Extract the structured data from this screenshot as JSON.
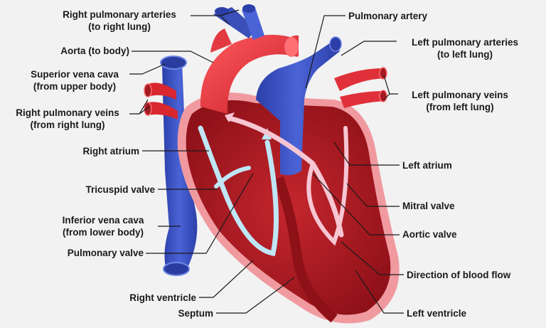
{
  "background": "#f2f2f2",
  "colors": {
    "oxygenated": "#e0303a",
    "deoxygenated": "#3a4fb8",
    "flow_deoxygenated": "#bfe6f5",
    "flow_oxygenated": "#f6c6d3",
    "muscle": "#b71c24",
    "lining": "#f09aa0"
  },
  "labels": [
    {
      "id": "right-pulmonary-arteries",
      "lines": [
        "Right pulmonary arteries",
        "(to right lung)"
      ]
    },
    {
      "id": "aorta",
      "lines": [
        "Aorta (to body)"
      ]
    },
    {
      "id": "superior-vena-cava",
      "lines": [
        "Superior vena cava",
        "(from upper body)"
      ]
    },
    {
      "id": "right-pulmonary-veins",
      "lines": [
        "Right pulmonary veins",
        "(from right lung)"
      ]
    },
    {
      "id": "right-atrium",
      "lines": [
        "Right atrium"
      ]
    },
    {
      "id": "tricuspid-valve",
      "lines": [
        "Tricuspid valve"
      ]
    },
    {
      "id": "inferior-vena-cava",
      "lines": [
        "Inferior vena cava",
        "(from lower body)"
      ]
    },
    {
      "id": "pulmonary-valve",
      "lines": [
        "Pulmonary valve"
      ]
    },
    {
      "id": "right-ventricle",
      "lines": [
        "Right ventricle"
      ]
    },
    {
      "id": "septum",
      "lines": [
        "Septum"
      ]
    },
    {
      "id": "pulmonary-artery",
      "lines": [
        "Pulmonary artery"
      ]
    },
    {
      "id": "left-pulmonary-arteries",
      "lines": [
        "Left pulmonary arteries",
        "(to left lung)"
      ]
    },
    {
      "id": "left-pulmonary-veins",
      "lines": [
        "Left pulmonary veins",
        "(from left lung)"
      ]
    },
    {
      "id": "left-atrium",
      "lines": [
        "Left atrium"
      ]
    },
    {
      "id": "mitral-valve",
      "lines": [
        "Mitral valve"
      ]
    },
    {
      "id": "aortic-valve",
      "lines": [
        "Aortic valve"
      ]
    },
    {
      "id": "direction-of-blood-flow",
      "lines": [
        "Direction of blood flow"
      ]
    },
    {
      "id": "left-ventricle",
      "lines": [
        "Left ventricle"
      ]
    }
  ]
}
